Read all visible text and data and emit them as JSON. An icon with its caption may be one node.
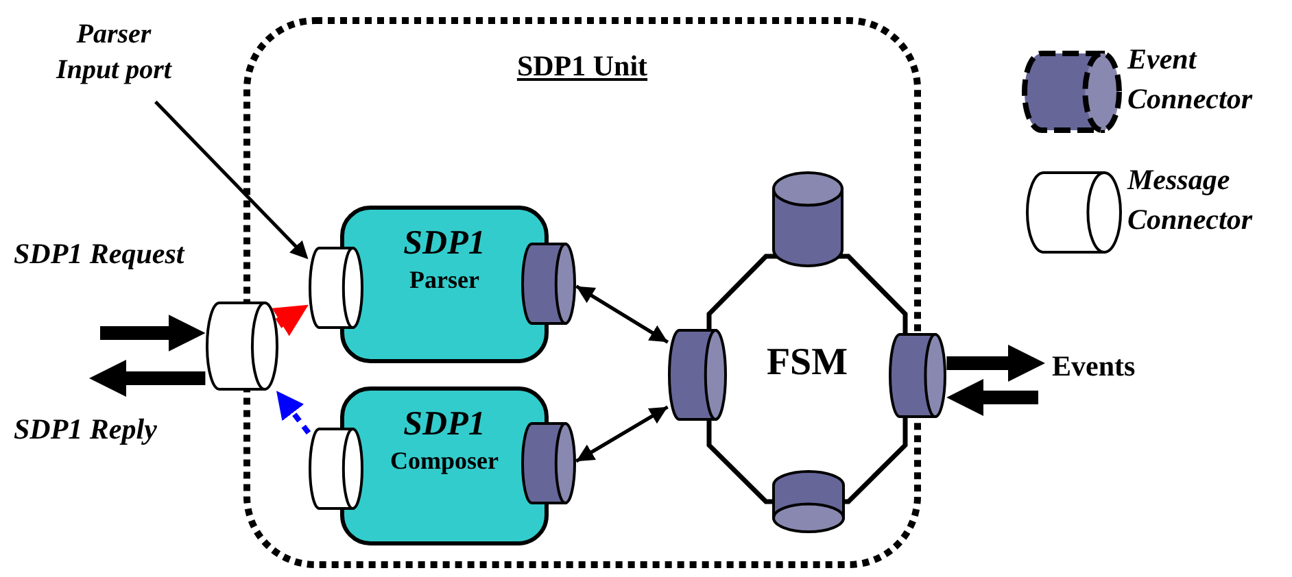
{
  "diagram": {
    "nodes": [
      {
        "text": [
          "SDP1 Unit"
        ]
      },
      {
        "text": [
          "SDP1",
          "Parser"
        ],
        "in": 0
      },
      {
        "text": [
          "SDP1",
          "Composer"
        ],
        "in": 0
      },
      {
        "text": [
          "FSM"
        ],
        "in": 0
      },
      {
        "text": [],
        "shape": "cylinder"
      },
      {
        "text": [],
        "shape": "cylinder",
        "in": 0
      },
      {
        "text": [],
        "shape": "cylinder",
        "in": 0
      },
      {
        "text": [],
        "shape": "cylinder",
        "in": 0
      },
      {
        "text": [],
        "shape": "cylinder",
        "in": 0
      },
      {
        "text": [],
        "shape": "cylinder",
        "in": 0
      },
      {
        "text": [],
        "shape": "cylinder",
        "in": 0
      },
      {
        "text": [],
        "shape": "cylinder",
        "in": 0
      },
      {
        "text": [],
        "shape": "cylinder"
      },
      {
        "text": [
          "Parser Input port"
        ]
      }
    ],
    "edges": [
      {
        "from": null,
        "to": 4,
        "arrow": "to",
        "style": "thick"
      },
      {
        "from": 4,
        "to": null,
        "arrow": "to",
        "style": "thick"
      },
      {
        "from": 4,
        "to": 5,
        "arrow": "to",
        "style": "thick",
        "color": "#ff0000"
      },
      {
        "from": 6,
        "to": 4,
        "arrow": "to",
        "style": "dashed",
        "color": "#0000ff"
      },
      {
        "from": 7,
        "to": 9,
        "arrow": "to"
      },
      {
        "from": 9,
        "to": 7,
        "arrow": "to"
      },
      {
        "from": 9,
        "to": 8,
        "arrow": "to"
      },
      {
        "from": 8,
        "to": 9,
        "arrow": "to"
      },
      {
        "from": 12,
        "to": null,
        "arrow": "to",
        "style": "thick"
      },
      {
        "from": null,
        "to": 12,
        "arrow": "to",
        "style": "thick"
      },
      {
        "from": 13,
        "to": 5,
        "arrow": "to"
      }
    ],
    "labels": [
      "SDP1 Request",
      "SDP1 Reply",
      "Events"
    ],
    "legend": [
      {
        "text": "Event Connector"
      },
      {
        "text": "Message Connector"
      }
    ]
  }
}
